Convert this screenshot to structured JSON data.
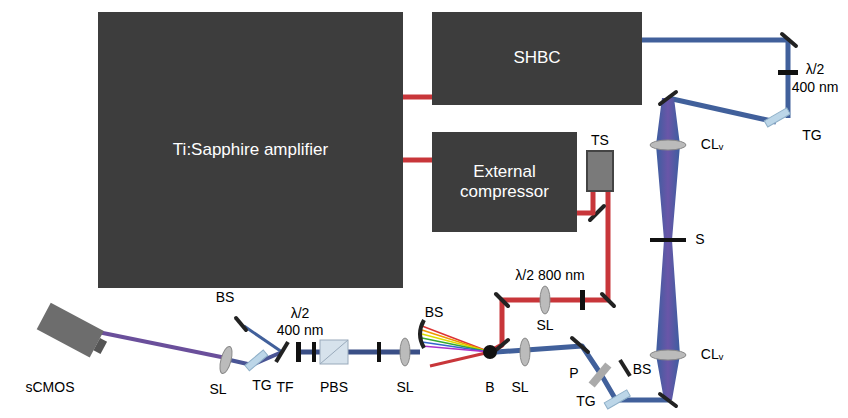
{
  "diagram": {
    "nodes": [
      {
        "text": [
          "Ti:Sapphire amplifier"
        ]
      },
      {
        "text": [
          "SHBC"
        ]
      },
      {
        "text": [
          "External compressor"
        ]
      },
      {
        "text": [
          "TS"
        ]
      }
    ],
    "edges": [
      {
        "from": 0,
        "to": 1,
        "arrow": "none"
      },
      {
        "from": 0,
        "to": 2,
        "arrow": "none"
      },
      {
        "from": 2,
        "to": 3,
        "arrow": "none"
      }
    ],
    "labels": [
      "λ/2",
      "400 nm",
      "TG",
      "CLᵥ",
      "λ/2 800 nm",
      "S",
      "SL",
      "BS",
      "λ/2",
      "400 nm",
      "BS",
      "sCMOS",
      "SL",
      "TG",
      "TF",
      "PBS",
      "SL",
      "B",
      "SL",
      "P",
      "BS",
      "CLᵥ",
      "TG"
    ]
  }
}
